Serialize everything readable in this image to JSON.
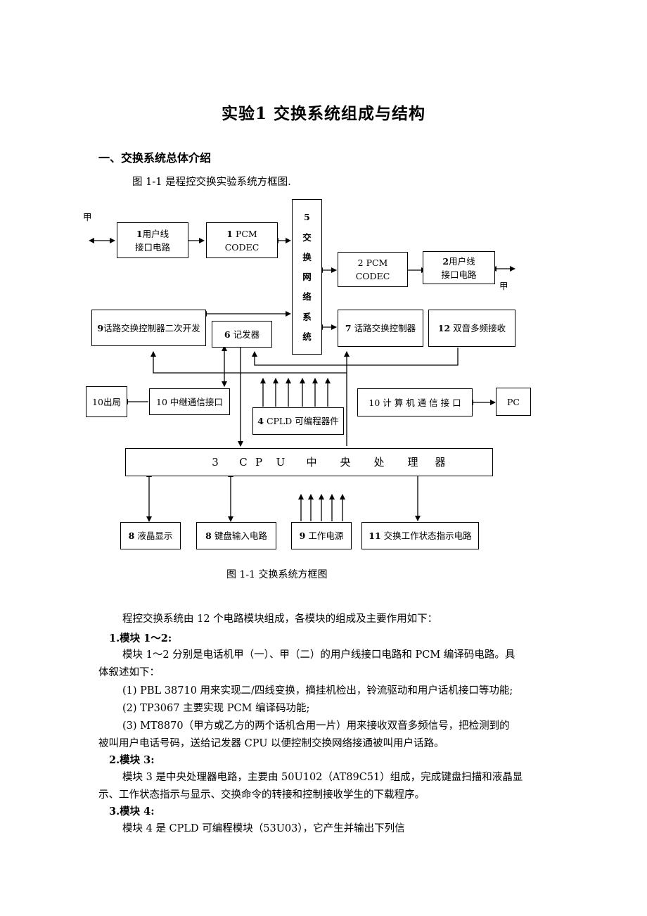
{
  "title": "实验1  交换系统组成与结构",
  "section1": "一、交换系统总体介绍",
  "intro": "图 1-1 是程控交换实验系统方框图.",
  "diagram": {
    "jia_left": "甲",
    "jia_right": "甲",
    "box1": {
      "num": "1",
      "line1": "用户线",
      "line2": "接口电路"
    },
    "box_pcm1": {
      "num": "1",
      "line1": " PCM",
      "line2": "CODEC"
    },
    "box5": {
      "chars": [
        "5",
        "交",
        "换",
        "网",
        "络",
        "系",
        "统"
      ]
    },
    "box_pcm2": {
      "line1": "2 PCM",
      "line2": "CODEC"
    },
    "box2": {
      "num": "2",
      "line1": "用户线",
      "line2": "接口电路"
    },
    "box9": {
      "num": "9",
      "label": "话路交换控制器二次开发"
    },
    "box6": {
      "num": "6",
      "label": " 记发器"
    },
    "box7": {
      "num": "7",
      "label": " 话路交换控制器"
    },
    "box12": {
      "num": "12",
      "label": " 双音多频接收"
    },
    "box_out": {
      "label": "10出局"
    },
    "box10a": {
      "label": "10 中继通信接口"
    },
    "box10b": {
      "label": "10 计 算 机 通 信 接 口"
    },
    "box_pc": {
      "label": "PC"
    },
    "box4": {
      "num": "4",
      "label": " CPLD 可编程器件"
    },
    "cpu": {
      "chars": [
        "3",
        "C",
        "P",
        "U",
        "中",
        "央",
        "处",
        "理",
        "器"
      ]
    },
    "box8a": {
      "num": "8",
      "label": " 液晶显示"
    },
    "box8b": {
      "num": "8",
      "label": " 键盘输入电路"
    },
    "box9b": {
      "num": "9",
      "label": " 工作电源"
    },
    "box11": {
      "num": "11",
      "label": " 交换工作状态指示电路"
    }
  },
  "caption": "图 1-1     交换系统方框图",
  "para1": "程控交换系统由 12 个电路模块组成，各模块的组成及主要作用如下：",
  "m12_head": "1.模块 1～2:",
  "m12_p1a": "模块 1～2 分别是电话机甲（一）、甲（二）的用户线接口电路和 PCM 编译码电路。具",
  "m12_p1b": "体叙述如下：",
  "m12_i1": "(1)  PBL  38710 用来实现二/四线变换，摘挂机检出，铃流驱动和用户话机接口等功能;",
  "m12_i2": "(2)  TP3067 主要实现 PCM 编译码功能;",
  "m12_i3a": "(3)  MT8870（甲方或乙方的两个话机合用一片）用来接收双音多频信号，把检测到的",
  "m12_i3b": "被叫用户电话号码，送给记发器 CPU 以便控制交换网络接通被叫用户话路。",
  "m3_head": "2.模块 3:",
  "m3_p1a": "模块 3 是中央处理器电路，主要由 50U102（AT89C51）组成，完成键盘扫描和液晶显",
  "m3_p1b": "示、工作状态指示与显示、交换命令的转接和控制接收学生的下载程序。",
  "m4_head": "3.模块 4:",
  "m4_p1": "模块 4 是 CPLD 可编程模块（53U03），它产生并输出下列信"
}
